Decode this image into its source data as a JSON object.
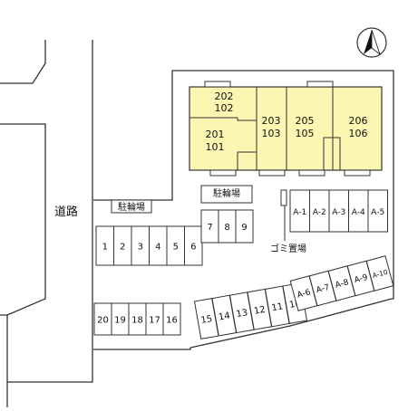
{
  "road_label": "道路",
  "bike_parking_label": "駐輪場",
  "garbage_label": "ゴミ置場",
  "north_icon": "north-arrow-icon",
  "colors": {
    "building": "#fbf6b2",
    "line": "#333333",
    "paper": "#ffffff"
  },
  "units": [
    {
      "upper": "202",
      "lower": "102"
    },
    {
      "upper": "201",
      "lower": "101"
    },
    {
      "upper": "203",
      "lower": "103"
    },
    {
      "upper": "205",
      "lower": "105"
    },
    {
      "upper": "206",
      "lower": "106"
    }
  ],
  "parking_row1": [
    "1",
    "2",
    "3",
    "4",
    "5",
    "6"
  ],
  "parking_upper": [
    "7",
    "8",
    "9"
  ],
  "parking_bottom": [
    "20",
    "19",
    "18",
    "17",
    "16"
  ],
  "parking_diag": [
    "15",
    "14",
    "13",
    "12",
    "11",
    "10"
  ],
  "parking_a_upper": [
    "A-1",
    "A-2",
    "A-3",
    "A-4",
    "A-5"
  ],
  "parking_a_lower": [
    "A-6",
    "A-7",
    "A-8",
    "A-9",
    "A-10"
  ]
}
